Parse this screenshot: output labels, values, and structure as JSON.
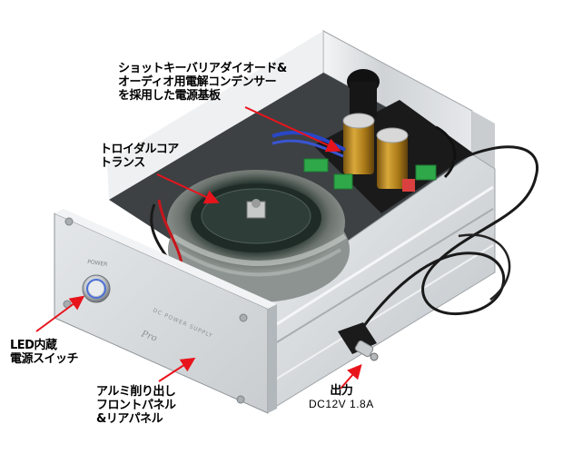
{
  "product": {
    "name": "DC POWER SUPPLY",
    "front_panel": {
      "power_label": "POWER",
      "model_text": "DC POWER SUPPLY",
      "logo_text": "Pro"
    }
  },
  "annotations": {
    "pcb": {
      "lines": [
        "ショットキーバリアダイオード&",
        "オーディオ用電解コンデンサー",
        "を採用した電源基板"
      ]
    },
    "transformer": {
      "lines": [
        "トロイダルコア",
        "トランス"
      ]
    },
    "switch": {
      "lines": [
        "LED内蔵",
        "電源スイッチ"
      ]
    },
    "panel": {
      "lines": [
        "アルミ削り出し",
        "フロントパネル",
        "&リアパネル"
      ]
    },
    "output": {
      "title": "出力",
      "spec": "DC12V 1.8A"
    }
  },
  "colors": {
    "arrow": "#e8141c",
    "aluminum": "#d6dadd",
    "capacitor": "#b8861e",
    "terminal": "#2fa84a",
    "pcb": "#1a1a1a"
  }
}
